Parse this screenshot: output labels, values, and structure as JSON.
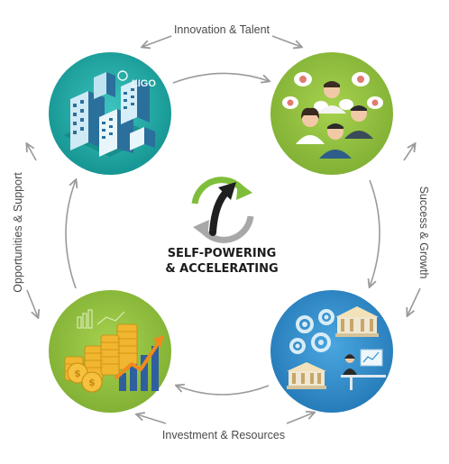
{
  "title_line1": "SELF-POWERING",
  "title_line2": "& ACCELERATING",
  "labels": {
    "top": "Innovation & Talent",
    "right": "Success & Growth",
    "bottom": "Investment & Resources",
    "left": "Opportunities & Support"
  },
  "logo_text": "LIGO",
  "colors": {
    "teal": "#1aa6a2",
    "green": "#8cbd3b",
    "blue": "#2f8fcd",
    "arrow_gray": "#9a9a9a",
    "center_green": "#7fbe3a",
    "center_dark": "#1f1f1f"
  },
  "icons": [
    "city-buildings-icon",
    "team-people-icon",
    "gears-bank-icon",
    "coins-growth-icon",
    "cycle-arrow-icon"
  ]
}
